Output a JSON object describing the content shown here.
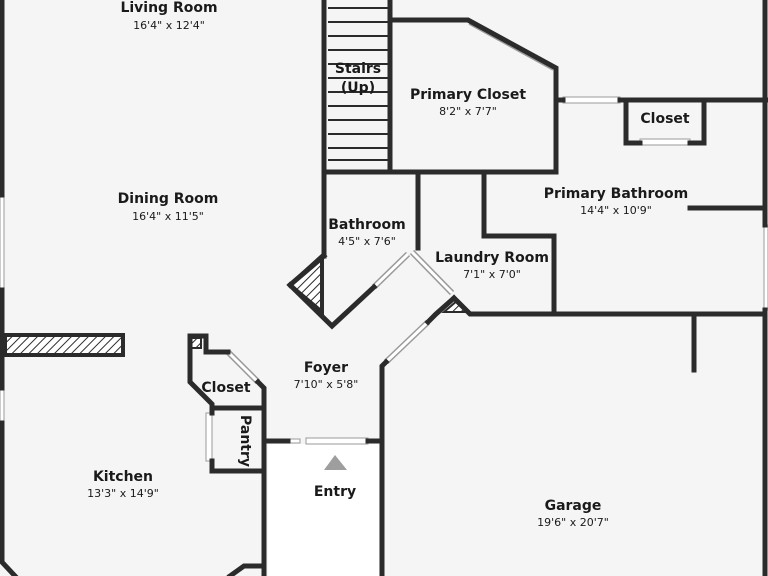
{
  "floorplan": {
    "rooms": [
      {
        "id": "living-room",
        "name": "Living Room",
        "dims": "16'4\" x 12'4\""
      },
      {
        "id": "dining-room",
        "name": "Dining Room",
        "dims": "16'4\" x 11'5\""
      },
      {
        "id": "stairs",
        "name": "Stairs",
        "dims": "(Up)"
      },
      {
        "id": "primary-closet",
        "name": "Primary Closet",
        "dims": "8'2\" x 7'7\""
      },
      {
        "id": "closet-upper",
        "name": "Closet",
        "dims": ""
      },
      {
        "id": "primary-bathroom",
        "name": "Primary Bathroom",
        "dims": "14'4\" x 10'9\""
      },
      {
        "id": "bathroom",
        "name": "Bathroom",
        "dims": "4'5\" x 7'6\""
      },
      {
        "id": "laundry-room",
        "name": "Laundry Room",
        "dims": "7'1\" x 7'0\""
      },
      {
        "id": "foyer",
        "name": "Foyer",
        "dims": "7'10\" x 5'8\""
      },
      {
        "id": "closet-lower",
        "name": "Closet",
        "dims": ""
      },
      {
        "id": "pantry",
        "name": "Pantry",
        "dims": ""
      },
      {
        "id": "kitchen",
        "name": "Kitchen",
        "dims": "13'3\" x 14'9\""
      },
      {
        "id": "entry",
        "name": "Entry",
        "dims": ""
      },
      {
        "id": "garage",
        "name": "Garage",
        "dims": "19'6\" x 20'7\""
      }
    ],
    "colors": {
      "wall": "#2b2b2b",
      "floor": "#f5f5f5",
      "entry": "#ffffff",
      "arrow": "#9e9e9e"
    }
  }
}
